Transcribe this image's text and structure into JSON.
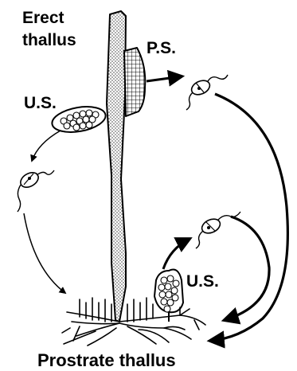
{
  "labels": {
    "erect_line1": "Erect",
    "erect_line2": "thallus",
    "ps": "P.S.",
    "us_upper": "U.S.",
    "us_lower": "U.S.",
    "prostrate": "Prostrate thallus"
  },
  "colors": {
    "ink": "#000000",
    "background": "#ffffff"
  }
}
